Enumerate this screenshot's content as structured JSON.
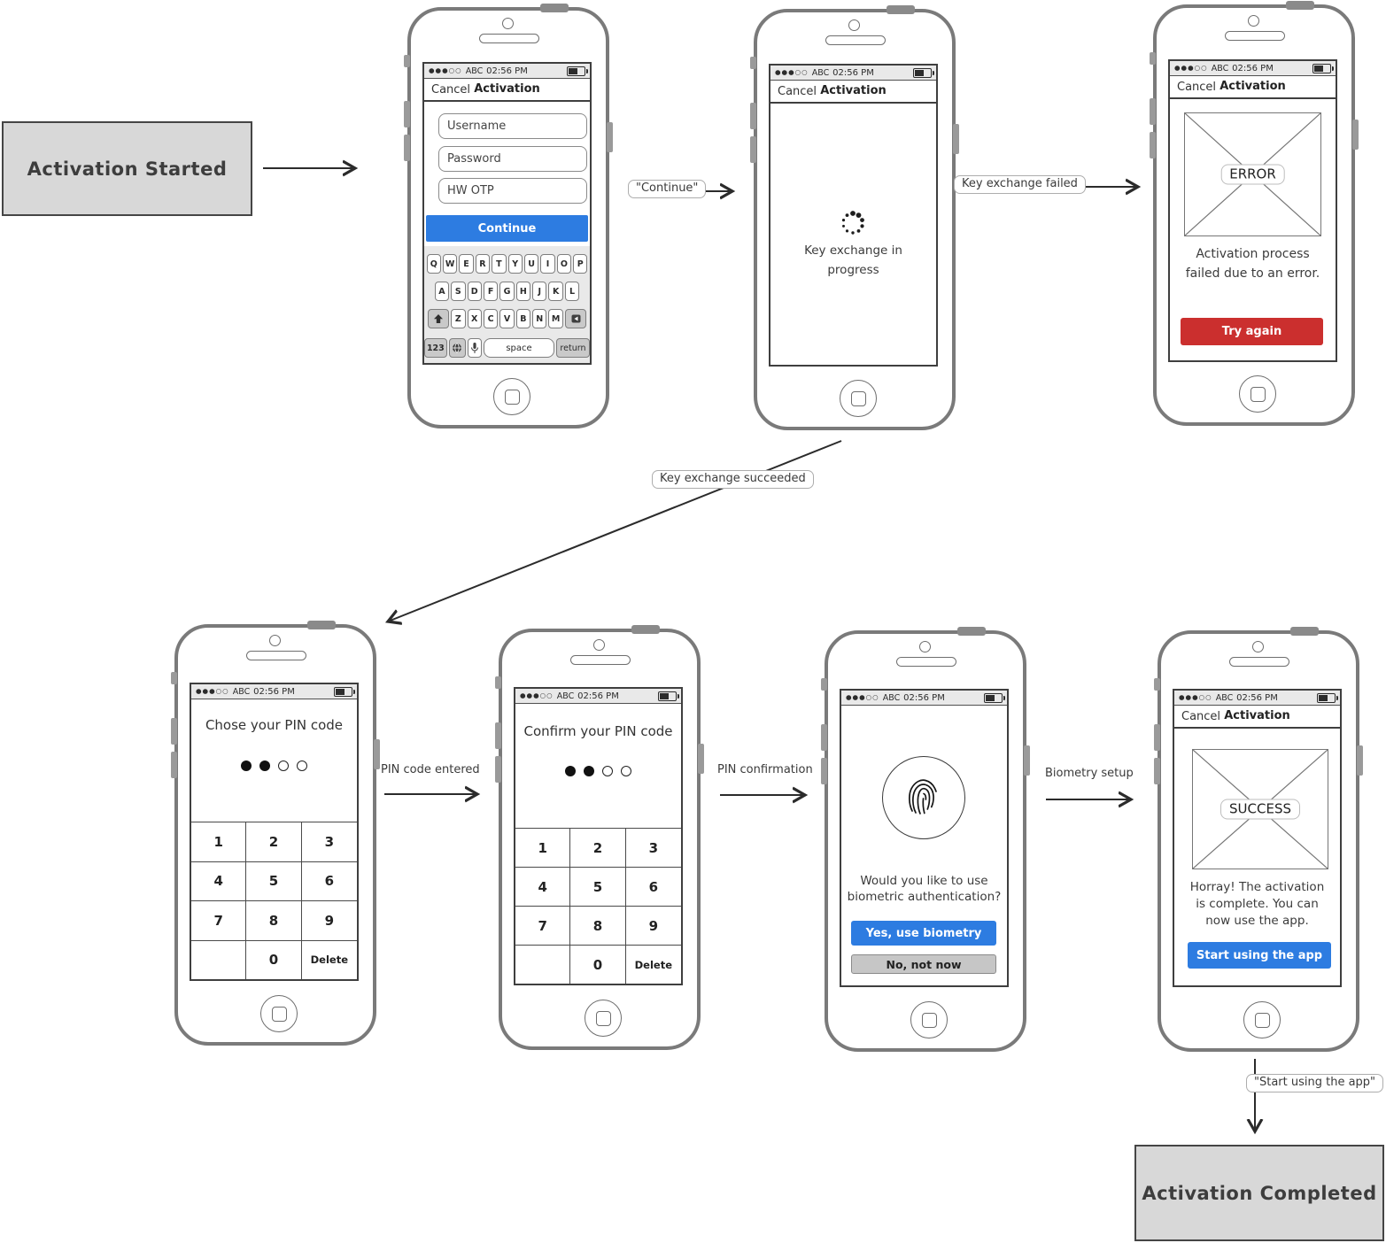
{
  "flow": {
    "start_label": "Activation Started",
    "end_label": "Activation Completed"
  },
  "edges": {
    "continue_label": "\"Continue\"",
    "key_exchange_failed": "Key exchange failed",
    "key_exchange_succeeded": "Key exchange succeeded",
    "pin_code_entered": "PIN code entered",
    "pin_confirmation": "PIN confirmation",
    "biometry_setup": "Biometry setup",
    "start_using_the_app": "\"Start using the app\""
  },
  "status_bar": {
    "signal": "●●●○○",
    "carrier": "ABC",
    "time": "02:56 PM"
  },
  "nav_bar": {
    "cancel": "Cancel",
    "title": "Activation"
  },
  "login": {
    "username_placeholder": "Username",
    "password_placeholder": "Password",
    "hw_otp_placeholder": "HW OTP",
    "continue_button": "Continue",
    "keyboard": {
      "row1": [
        "Q",
        "W",
        "E",
        "R",
        "T",
        "Y",
        "U",
        "I",
        "O",
        "P"
      ],
      "row2": [
        "A",
        "S",
        "D",
        "F",
        "G",
        "H",
        "J",
        "K",
        "L"
      ],
      "row3": [
        "Z",
        "X",
        "C",
        "V",
        "B",
        "N",
        "M"
      ],
      "key_123": "123",
      "space": "space",
      "return": "return"
    }
  },
  "key_exchange": {
    "message_line1": "Key exchange in",
    "message_line2": "progress"
  },
  "error_screen": {
    "image_label": "ERROR",
    "message_line1": "Activation process",
    "message_line2": "failed due to an error.",
    "try_again_button": "Try again"
  },
  "choose_pin": {
    "title": "Chose your PIN code",
    "dots_filled": 2,
    "dots_total": 4
  },
  "confirm_pin": {
    "title": "Confirm your PIN code",
    "dots_filled": 2,
    "dots_total": 4
  },
  "keypad": {
    "rows": [
      [
        "1",
        "2",
        "3"
      ],
      [
        "4",
        "5",
        "6"
      ],
      [
        "7",
        "8",
        "9"
      ],
      [
        "",
        "0",
        "Delete"
      ]
    ]
  },
  "biometry": {
    "question_line1": "Would you like to use",
    "question_line2": "biometric authentication?",
    "yes_button": "Yes, use biometry",
    "no_button": "No, not now"
  },
  "success_screen": {
    "image_label": "SUCCESS",
    "message_line1": "Horray! The activation",
    "message_line2": "is complete. You can",
    "message_line3": "now use the app.",
    "start_button": "Start using the app"
  },
  "colors": {
    "accent_blue": "#2d7ce1",
    "error_red": "#cb2f2e",
    "node_gray": "#d8d8d8",
    "key_gray": "#c9c9c9"
  }
}
